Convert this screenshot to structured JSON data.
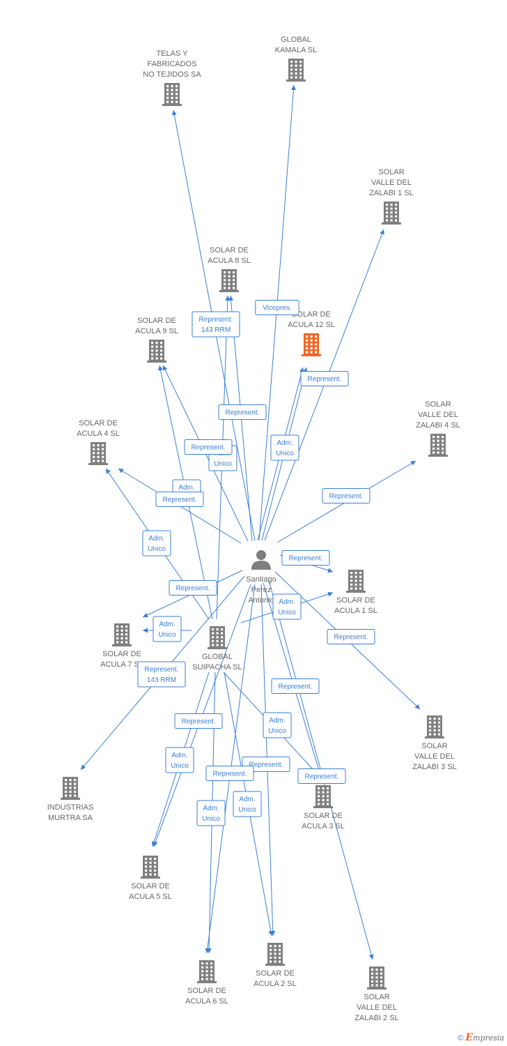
{
  "colors": {
    "edge": "#3a7fd5",
    "building": "#7f7f7f",
    "building_highlight": "#f26522",
    "person": "#7f7f7f",
    "label": "#666666"
  },
  "center": {
    "id": "person",
    "label": [
      "Santiago",
      "Perez",
      "Antonio"
    ],
    "icon": "person-icon"
  },
  "nodes": [
    {
      "id": "telas",
      "label": [
        "TELAS Y",
        "FABRICADOS",
        "NO TEJIDOS SA"
      ],
      "icon": "building-icon"
    },
    {
      "id": "kamala",
      "label": [
        "GLOBAL",
        "KAMALA SL"
      ],
      "icon": "building-icon"
    },
    {
      "id": "zalabi1",
      "label": [
        "SOLAR",
        "VALLE DEL",
        "ZALABI 1 SL"
      ],
      "icon": "building-icon"
    },
    {
      "id": "acula8",
      "label": [
        "SOLAR DE",
        "ACULA 8 SL"
      ],
      "icon": "building-icon"
    },
    {
      "id": "acula12",
      "label": [
        "SOLAR DE",
        "ACULA 12 SL"
      ],
      "icon": "building-icon",
      "highlight": true
    },
    {
      "id": "acula9",
      "label": [
        "SOLAR DE",
        "ACULA 9 SL"
      ],
      "icon": "building-icon"
    },
    {
      "id": "zalabi4",
      "label": [
        "SOLAR",
        "VALLE DEL",
        "ZALABI 4 SL"
      ],
      "icon": "building-icon"
    },
    {
      "id": "acula4",
      "label": [
        "SOLAR DE",
        "ACULA 4 SL"
      ],
      "icon": "building-icon"
    },
    {
      "id": "acula1",
      "label": [
        "SOLAR DE",
        "ACULA 1 SL"
      ],
      "icon": "building-icon"
    },
    {
      "id": "suipacha",
      "label": [
        "GLOBAL",
        "SUIPACHA SL"
      ],
      "icon": "building-icon"
    },
    {
      "id": "acula7",
      "label": [
        "SOLAR DE",
        "ACULA 7 SL"
      ],
      "icon": "building-icon"
    },
    {
      "id": "zalabi3",
      "label": [
        "SOLAR",
        "VALLE DEL",
        "ZALABI 3 SL"
      ],
      "icon": "building-icon"
    },
    {
      "id": "murtra",
      "label": [
        "INDUSTRIAS",
        "MURTRA SA"
      ],
      "icon": "building-icon"
    },
    {
      "id": "acula3",
      "label": [
        "SOLAR DE",
        "ACULA 3 SL"
      ],
      "icon": "building-icon"
    },
    {
      "id": "acula5",
      "label": [
        "SOLAR DE",
        "ACULA 5 SL"
      ],
      "icon": "building-icon"
    },
    {
      "id": "acula2",
      "label": [
        "SOLAR DE",
        "ACULA 2 SL"
      ],
      "icon": "building-icon"
    },
    {
      "id": "acula6",
      "label": [
        "SOLAR DE",
        "ACULA 6 SL"
      ],
      "icon": "building-icon"
    },
    {
      "id": "zalabi2",
      "label": [
        "SOLAR",
        "VALLE DEL",
        "ZALABI 2 SL"
      ],
      "icon": "building-icon"
    }
  ],
  "edges": [
    {
      "from": "person",
      "to": "telas",
      "label": [
        "Represent.",
        "143 RRM"
      ]
    },
    {
      "from": "person",
      "to": "kamala",
      "label": [
        "Vicepres."
      ]
    },
    {
      "from": "person",
      "to": "zalabi1",
      "label": []
    },
    {
      "from": "person",
      "to": "acula8",
      "label": [
        "Represent."
      ]
    },
    {
      "from": "person",
      "to": "acula8",
      "label": [
        "Adm.",
        "Unico"
      ]
    },
    {
      "from": "person",
      "to": "acula12",
      "label": [
        "Represent."
      ]
    },
    {
      "from": "person",
      "to": "acula12",
      "label": [
        "Adm.",
        "Unico"
      ]
    },
    {
      "from": "person",
      "to": "acula9",
      "label": [
        "Represent."
      ]
    },
    {
      "from": "person",
      "to": "acula9",
      "label": [
        "Adm.",
        "Unico"
      ]
    },
    {
      "from": "person",
      "to": "zalabi4",
      "label": [
        "Represent."
      ]
    },
    {
      "from": "person",
      "to": "acula4",
      "label": [
        "Represent."
      ]
    },
    {
      "from": "person",
      "to": "acula4",
      "label": [
        "Adm.",
        "Unico"
      ]
    },
    {
      "from": "person",
      "to": "acula1",
      "label": [
        "Represent."
      ]
    },
    {
      "from": "person",
      "to": "acula1",
      "label": [
        "Adm.",
        "Unico"
      ]
    },
    {
      "from": "person",
      "to": "acula7",
      "label": [
        "Represent."
      ]
    },
    {
      "from": "person",
      "to": "acula7",
      "label": [
        "Adm.",
        "Unico"
      ]
    },
    {
      "from": "person",
      "to": "zalabi3",
      "label": [
        "Represent."
      ]
    },
    {
      "from": "person",
      "to": "murtra",
      "label": [
        "Represent.",
        "143 RRM"
      ]
    },
    {
      "from": "person",
      "to": "acula3",
      "label": [
        "Represent."
      ]
    },
    {
      "from": "person",
      "to": "acula3",
      "label": [
        "Adm.",
        "Unico"
      ]
    },
    {
      "from": "person",
      "to": "acula5",
      "label": [
        "Represent."
      ]
    },
    {
      "from": "person",
      "to": "acula5",
      "label": [
        "Adm.",
        "Unico"
      ]
    },
    {
      "from": "person",
      "to": "acula2",
      "label": [
        "Represent."
      ]
    },
    {
      "from": "person",
      "to": "acula2",
      "label": [
        "Adm.",
        "Unico"
      ]
    },
    {
      "from": "person",
      "to": "acula6",
      "label": [
        "Represent."
      ]
    },
    {
      "from": "person",
      "to": "acula6",
      "label": [
        "Adm.",
        "Unico"
      ]
    },
    {
      "from": "person",
      "to": "zalabi2",
      "label": [
        "Represent."
      ]
    }
  ],
  "footer": {
    "copyright": "©",
    "brand_initial": "E",
    "brand_rest": "mpresia"
  }
}
